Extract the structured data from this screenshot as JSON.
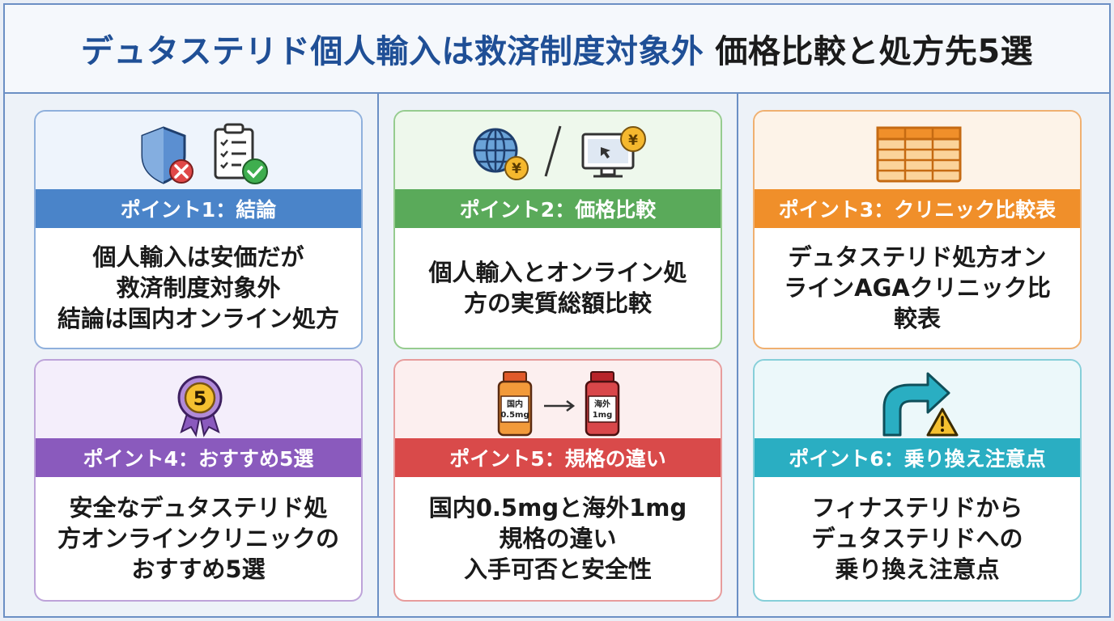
{
  "header": {
    "title_part1": "デュタステリド個人輸入は救済制度対象外",
    "title_part2": "価格比較と処方先5選"
  },
  "cards": [
    {
      "band": "ポイント1：結論",
      "body": "個人輸入は安価だが\n救済制度対象外\n結論は国内オンライン処方",
      "icons": [
        "shield-x-icon",
        "checklist-check-icon"
      ]
    },
    {
      "band": "ポイント2：価格比較",
      "body": "個人輸入とオンライン処\n方の実質総額比較",
      "icons": [
        "globe-yen-icon",
        "computer-yen-icon"
      ],
      "icon_text": {
        "yen": "¥"
      }
    },
    {
      "band": "ポイント3：クリニック比較表",
      "body": "デュタステリド処方オン\nラインAGAクリニック比\n較表",
      "icons": [
        "table-icon"
      ]
    },
    {
      "band": "ポイント4：おすすめ5選",
      "body": "安全なデュタステリド処\n方オンラインクリニックの\nおすすめ5選",
      "icons": [
        "award-badge-icon"
      ],
      "icon_text": {
        "badge_number": "5"
      }
    },
    {
      "band": "ポイント5：規格の違い",
      "body": "国内0.5mgと海外1mg\n規格の違い\n入手可否と安全性",
      "icons": [
        "medicine-bottle-icon"
      ],
      "icon_text": {
        "bottle1_line1": "国内",
        "bottle1_line2": "0.5mg",
        "bottle2_line1": "海外",
        "bottle2_line2": "1mg"
      }
    },
    {
      "band": "ポイント6：乗り換え注意点",
      "body": "フィナステリドから\nデュタステリドへの\n乗り換え注意点",
      "icons": [
        "turn-arrow-icon",
        "warning-icon"
      ]
    }
  ],
  "colors": {
    "title_blue": "#1f4f96",
    "point1": "#4a84c9",
    "point2": "#5aaa5a",
    "point3": "#f08f2a",
    "point4": "#8a5abd",
    "point5": "#d94a4a",
    "point6": "#2aaec2"
  }
}
